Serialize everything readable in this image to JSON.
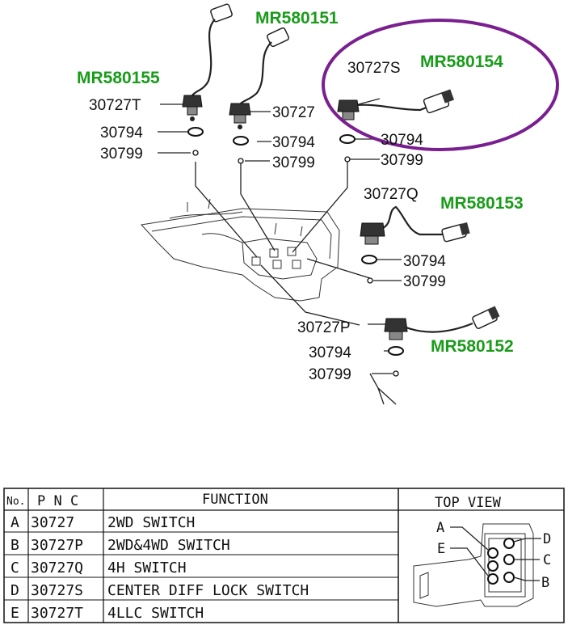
{
  "callouts": {
    "mr580155": "MR580155",
    "mr580151": "MR580151",
    "mr580154": "MR580154",
    "mr580153": "MR580153",
    "mr580152": "MR580152"
  },
  "parts": {
    "p30727T": "30727T",
    "p30727": "30727",
    "p30727S": "30727S",
    "p30727Q": "30727Q",
    "p30727P": "30727P",
    "o30794_1": "30794",
    "o30799_1": "30799",
    "o30794_2": "30794",
    "o30799_2": "30799",
    "o30794_3": "30794",
    "o30799_3": "30799",
    "o30794_4": "30794",
    "o30799_4": "30799",
    "o30794_5": "30794",
    "o30799_5": "30799"
  },
  "table": {
    "headers": {
      "no": "No.",
      "pnc": "P N C",
      "function": "FUNCTION",
      "top_view": "TOP VIEW"
    },
    "rows": [
      {
        "no": "A",
        "pnc": "30727",
        "function": "2WD SWITCH"
      },
      {
        "no": "B",
        "pnc": "30727P",
        "function": "2WD&4WD SWITCH"
      },
      {
        "no": "C",
        "pnc": "30727Q",
        "function": "4H SWITCH"
      },
      {
        "no": "D",
        "pnc": "30727S",
        "function": "CENTER DIFF LOCK SWITCH"
      },
      {
        "no": "E",
        "pnc": "30727T",
        "function": "4LLC SWITCH"
      }
    ],
    "top_view_labels": {
      "a": "A",
      "b": "B",
      "c": "C",
      "d": "D",
      "e": "E"
    }
  },
  "colors": {
    "callout_green": "#1a9c1a",
    "highlight_purple": "#7a1f8f"
  }
}
